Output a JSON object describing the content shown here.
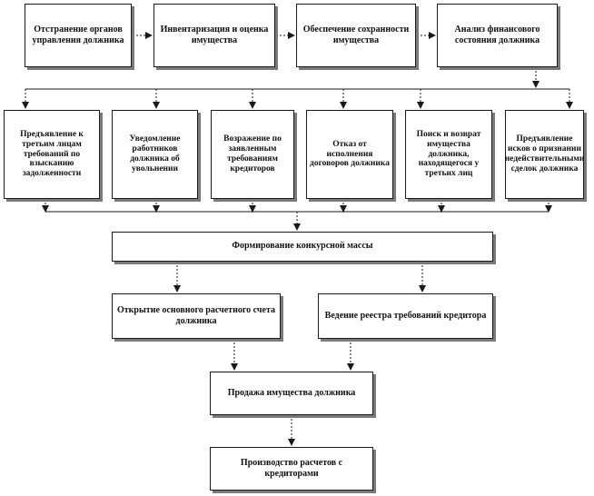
{
  "diagram": {
    "line_color": "#1a1a1a",
    "shadow_color": "#7a7a7a",
    "arrow_style": "dotted",
    "row1": [
      {
        "id": "n1",
        "text": "Отстранение органов управления должника"
      },
      {
        "id": "n2",
        "text": "Инвентаризация и оценка имущества"
      },
      {
        "id": "n3",
        "text": "Обеспечение сохранности имущества"
      },
      {
        "id": "n4",
        "text": "Анализ финансового состояния должника"
      }
    ],
    "row2": [
      {
        "id": "m1",
        "text": "Предъявление к третьим лицам требований по взысканию задолженности"
      },
      {
        "id": "m2",
        "text": "Уведомление работников должника об увольнении"
      },
      {
        "id": "m3",
        "text": "Возражение по заявленным требованиям кредиторов"
      },
      {
        "id": "m4",
        "text": "Отказ от исполнения договоров должника"
      },
      {
        "id": "m5",
        "text": "Поиск и возврат имущества должника, находящегося у третьих лиц"
      },
      {
        "id": "m6",
        "text": "Предъявление исков о признании недействительными сделок должника"
      }
    ],
    "formation": {
      "id": "f",
      "text": "Формирование конкурсной массы"
    },
    "row4": [
      {
        "id": "p1",
        "text": "Открытие основного расчетного счета должника"
      },
      {
        "id": "p2",
        "text": "Ведение реестра требований кредитора"
      }
    ],
    "sale": {
      "id": "s",
      "text": "Продажа имущества должника"
    },
    "settlement": {
      "id": "r",
      "text": "Производство расчетов с кредиторами"
    }
  }
}
